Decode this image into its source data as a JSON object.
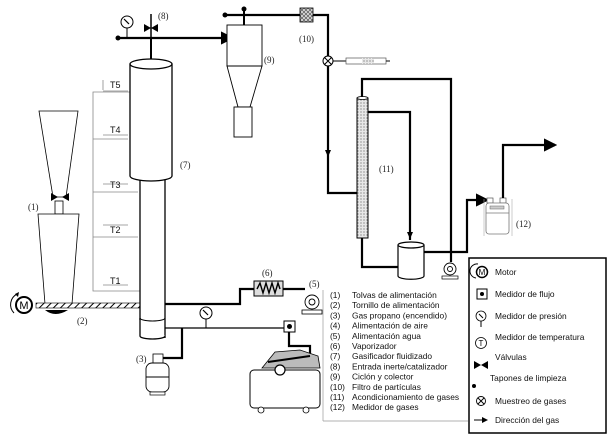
{
  "figure": {
    "title": "Esquema de la planta de gasificación en lecho fluidizado"
  },
  "equipment_labels": {
    "hopper": "(1)",
    "screw": "(2)",
    "propane": "(3)",
    "water": "(5)",
    "vaporizer": "(6)",
    "gasifier": "(7)",
    "inert_inlet": "(8)",
    "cyclone": "(9)",
    "filter": "(10)",
    "conditioning": "(11)",
    "gas_meter": "(12)",
    "motor_letter": "M"
  },
  "thermocouples": [
    "T5",
    "T4",
    "T3",
    "T2",
    "T1"
  ],
  "numbered_legend": [
    {
      "num": "(1)",
      "text": "Tolvas de alimentación"
    },
    {
      "num": "(2)",
      "text": "Tornillo de alimentación"
    },
    {
      "num": "(3)",
      "text": "Gas propano (encendido)"
    },
    {
      "num": "(4)",
      "text": "Alimentación de aire"
    },
    {
      "num": "(5)",
      "text": "Alimentación agua"
    },
    {
      "num": "(6)",
      "text": "Vaporizador"
    },
    {
      "num": "(7)",
      "text": "Gasificador fluidizado"
    },
    {
      "num": "(8)",
      "text": "Entrada inerte/catalizador"
    },
    {
      "num": "(9)",
      "text": "Ciclón y colector"
    },
    {
      "num": "(10)",
      "text": "Filtro de partículas"
    },
    {
      "num": "(11)",
      "text": "Acondicionamiento de gases"
    },
    {
      "num": "(12)",
      "text": "Medidor de gases"
    }
  ],
  "symbol_legend": [
    {
      "icon": "motor-icon",
      "glyph": "M",
      "text": "Motor"
    },
    {
      "icon": "flow-meter-icon",
      "text": "Medidor de flujo"
    },
    {
      "icon": "pressure-gauge-icon",
      "text": "Medidor de presión"
    },
    {
      "icon": "temperature-meter-icon",
      "glyph": "T",
      "text": "Medidor de temperatura"
    },
    {
      "icon": "valve-icon",
      "text": "Válvulas"
    },
    {
      "icon": "cleaning-plug-icon",
      "text": "Tapones de limpieza"
    },
    {
      "icon": "gas-sampling-icon",
      "text": "Muestreo de gases"
    },
    {
      "icon": "gas-direction-arrow-icon",
      "text": "Dirección del gas"
    }
  ]
}
